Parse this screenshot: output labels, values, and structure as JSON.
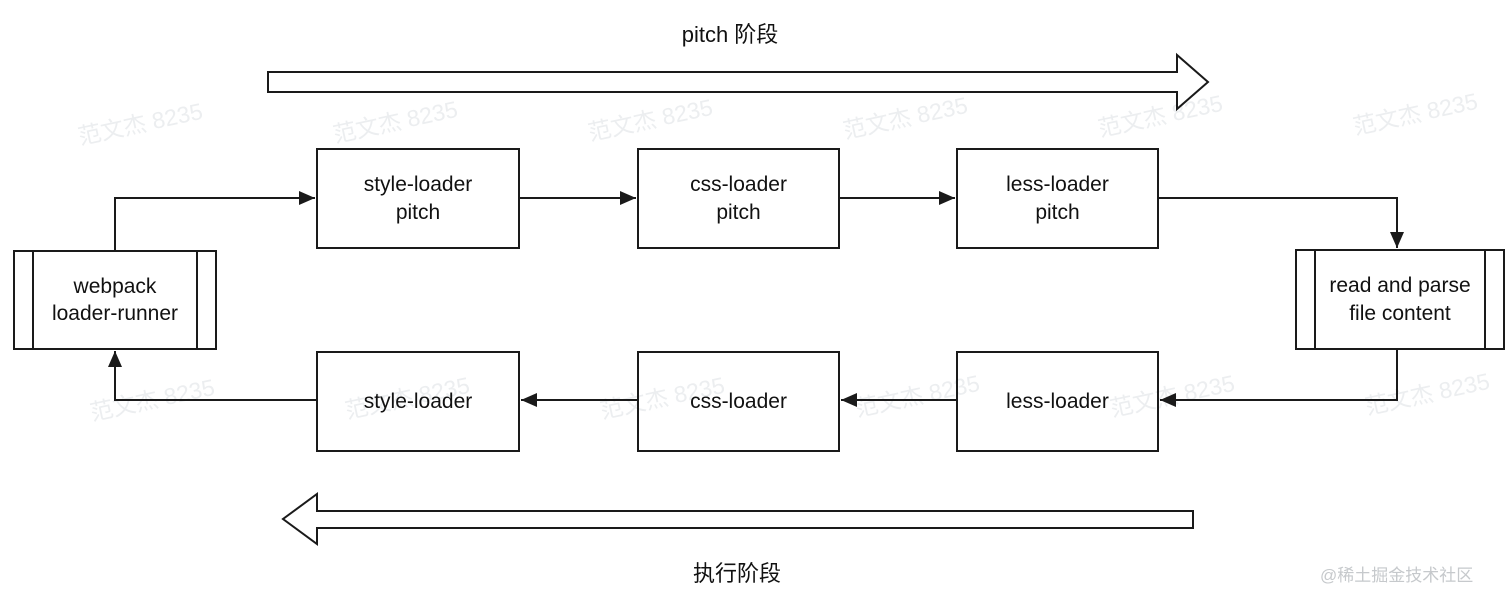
{
  "diagram": {
    "title_implicit": "webpack loader-runner pitch / execution flow",
    "phases": {
      "pitch": "pitch 阶段",
      "execute": "执行阶段"
    },
    "nodes": {
      "webpack": "webpack\nloader-runner",
      "style_pitch": "style-loader\npitch",
      "css_pitch": "css-loader\npitch",
      "less_pitch": "less-loader\npitch",
      "read": "read and parse\nfile content",
      "style": "style-loader",
      "css": "css-loader",
      "less": "less-loader"
    },
    "edges": [
      {
        "from": "webpack",
        "to": "style_pitch"
      },
      {
        "from": "style_pitch",
        "to": "css_pitch"
      },
      {
        "from": "css_pitch",
        "to": "less_pitch"
      },
      {
        "from": "less_pitch",
        "to": "read"
      },
      {
        "from": "read",
        "to": "less"
      },
      {
        "from": "less",
        "to": "css"
      },
      {
        "from": "css",
        "to": "style"
      },
      {
        "from": "style",
        "to": "webpack"
      }
    ],
    "colors": {
      "line": "#1a1a1a",
      "background": "#ffffff",
      "watermark": "#eceef0",
      "credit": "#c6c9cc"
    }
  },
  "watermark": {
    "text": "范文杰 8235"
  },
  "credit": {
    "text": "@稀土掘金技术社区"
  }
}
